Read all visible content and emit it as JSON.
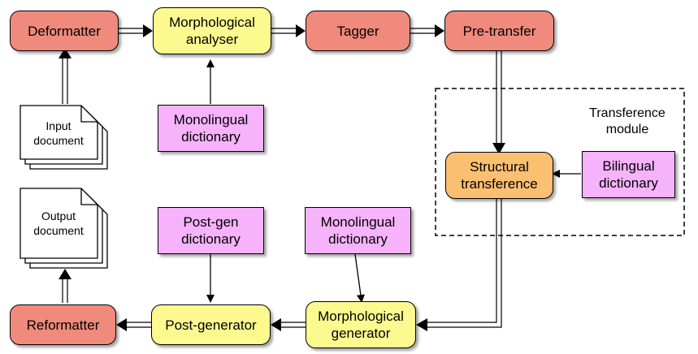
{
  "colors": {
    "red": "#f08a7c",
    "yellow": "#fcfa8f",
    "orange": "#fbbf72",
    "pink": "#f6b2fa"
  },
  "nodes": {
    "deformatter": "Deformatter",
    "morph_analyser": "Morphological\nanalyser",
    "tagger": "Tagger",
    "pretransfer": "Pre-transfer",
    "mono_dict_top": "Monolingual\ndictionary",
    "structural": "Structural\ntransference",
    "bilingual": "Bilingual\ndictionary",
    "postgen_dict": "Post-gen\ndictionary",
    "mono_dict_bottom": "Monolingual\ndictionary",
    "reformatter": "Reformatter",
    "postgenerator": "Post-generator",
    "morph_generator": "Morphological\ngenerator"
  },
  "documents": {
    "input": "Input\ndocument",
    "output": "Output\ndocument"
  },
  "module": {
    "label": "Transference\nmodule"
  }
}
